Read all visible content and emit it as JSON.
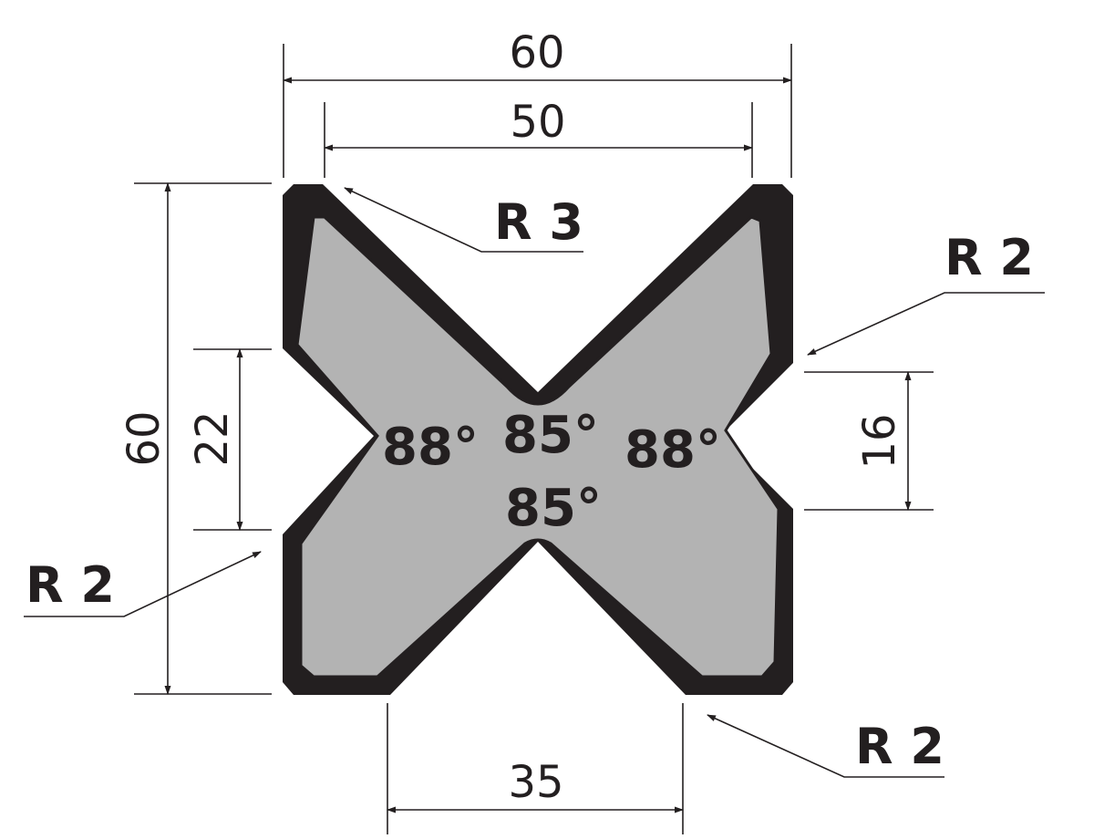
{
  "dimensions": {
    "top_outer_width": "60",
    "top_inner_width": "50",
    "left_height": "60",
    "left_opening": "22",
    "right_opening": "16",
    "bottom_width": "35"
  },
  "radii": {
    "top_left": "R 3",
    "right_upper": "R 2",
    "left_lower": "R 2",
    "bottom_right": "R 2"
  },
  "angles": {
    "left": "88°",
    "top": "85°",
    "right": "88°",
    "bottom": "85°"
  },
  "colors": {
    "outline": "#231f20",
    "fill": "#b3b3b3",
    "background": "#ffffff"
  }
}
